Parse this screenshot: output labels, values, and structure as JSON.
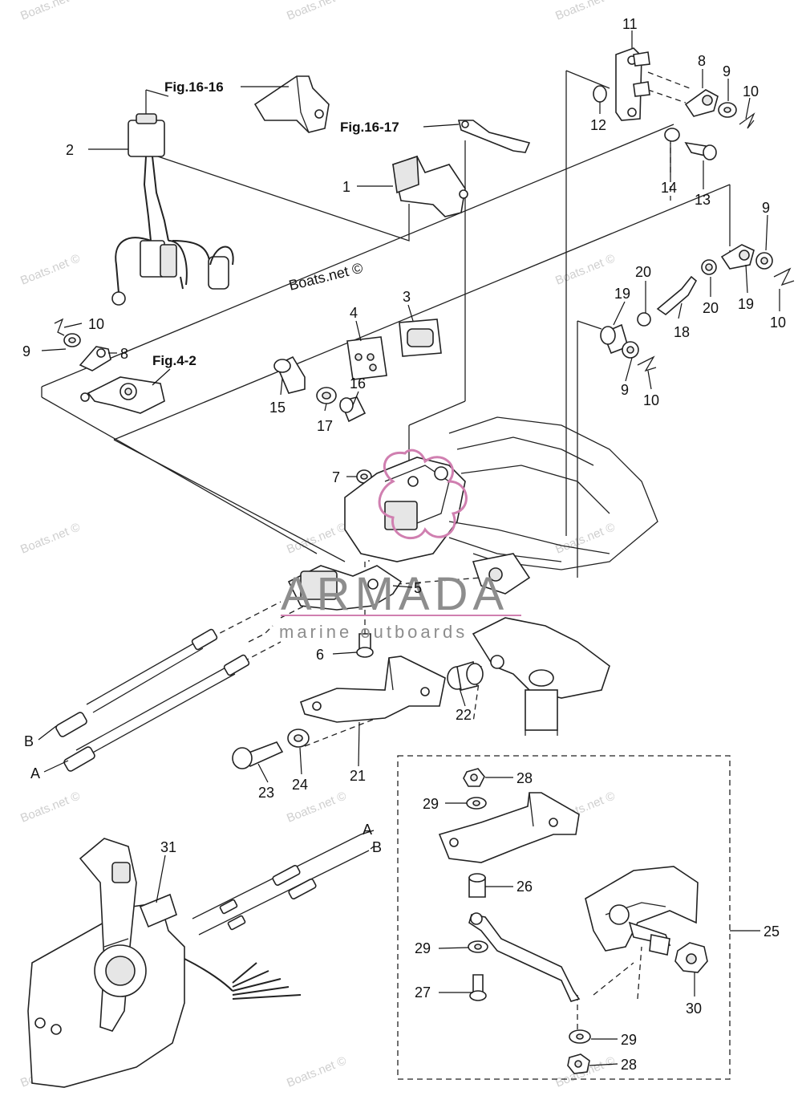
{
  "diagram": {
    "fig_refs": [
      "Fig.16-16",
      "Fig.16-17",
      "Fig.4-2"
    ],
    "watermark": "Boats.net ©",
    "brand": {
      "name": "ARMADA",
      "tagline": "marine outboards",
      "accent_color": "#d07fb0"
    },
    "callouts": {
      "c1": "1",
      "c2": "2",
      "c3": "3",
      "c4": "4",
      "c5": "5",
      "c6": "6",
      "c7": "7",
      "c8a": "8",
      "c8b": "8",
      "c9a": "9",
      "c9b": "9",
      "c9c": "9",
      "c9d": "9",
      "c10a": "10",
      "c10b": "10",
      "c10c": "10",
      "c10d": "10",
      "c11": "11",
      "c12": "12",
      "c13": "13",
      "c14": "14",
      "c15": "15",
      "c16": "16",
      "c17": "17",
      "c18": "18",
      "c19a": "19",
      "c19b": "19",
      "c20a": "20",
      "c20b": "20",
      "c21": "21",
      "c22": "22",
      "c23": "23",
      "c24": "24",
      "c25": "25",
      "c26": "26",
      "c27": "27",
      "c28a": "28",
      "c28b": "28",
      "c29a": "29",
      "c29b": "29",
      "c29c": "29",
      "c30": "30",
      "c31": "31",
      "cA1": "A",
      "cB1": "B",
      "cA2": "A",
      "cB2": "B"
    }
  }
}
